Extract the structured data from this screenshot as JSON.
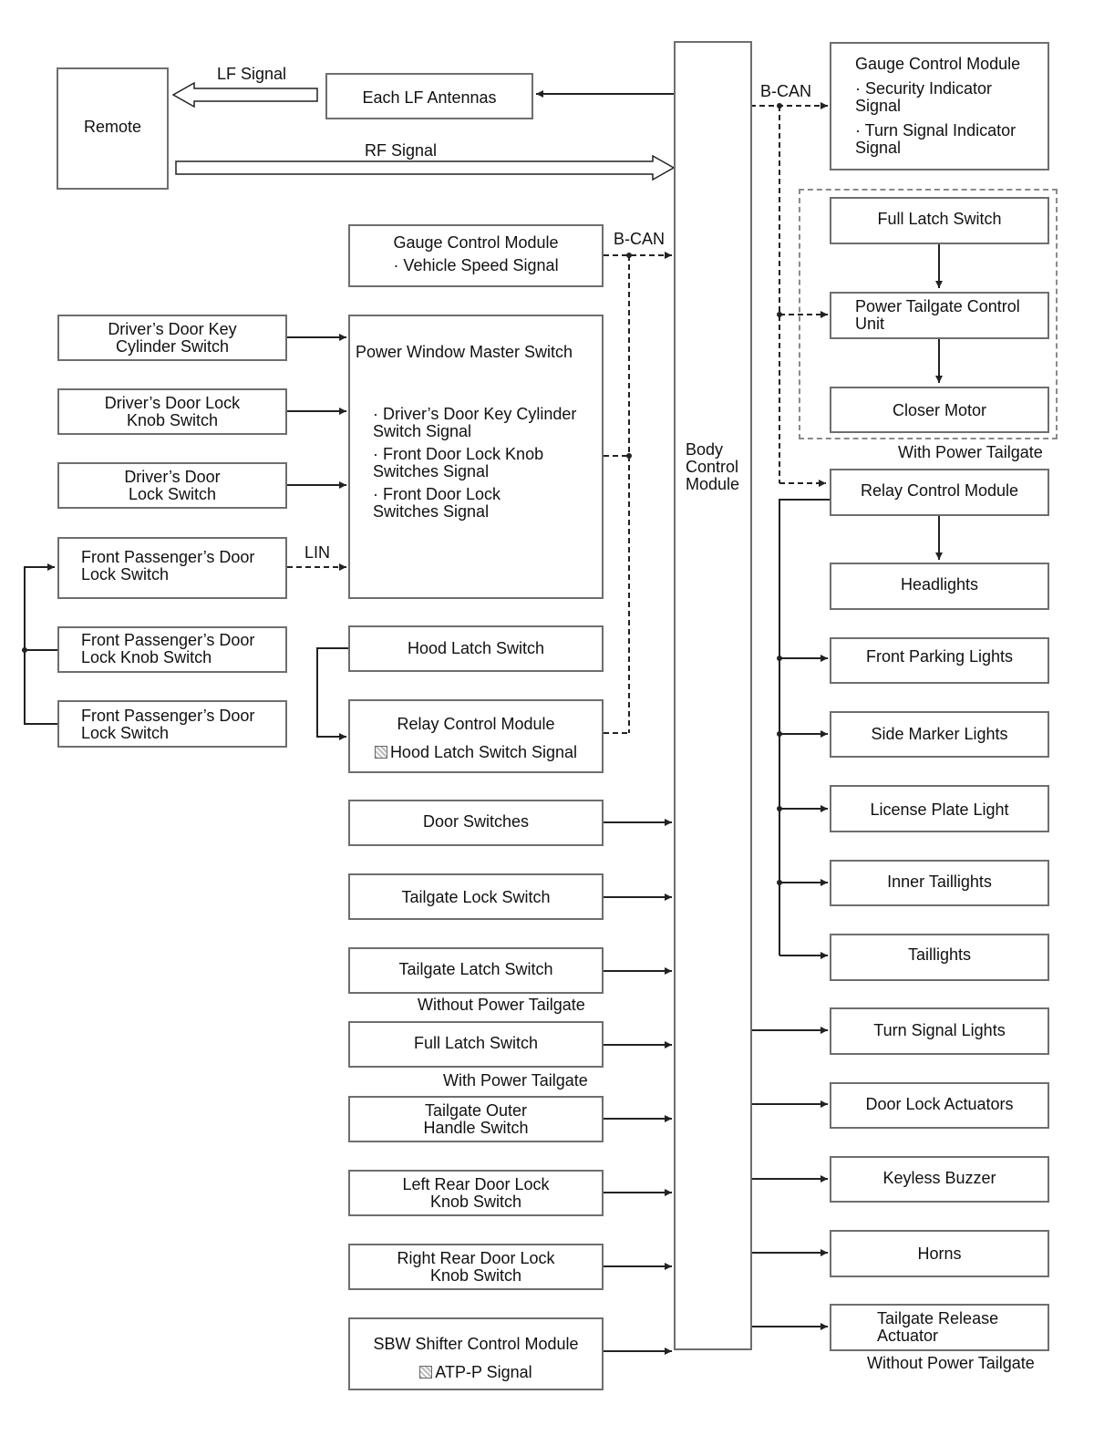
{
  "remote": "Remote",
  "lf_signal": "LF Signal",
  "rf_signal": "RF Signal",
  "lf_antennas": "Each LF Antennas",
  "bcan": "B-CAN",
  "lin": "LIN",
  "bcm": "Body\nControl\nModule",
  "gauge_top": {
    "title": "Gauge Control Module",
    "items": [
      "· Security Indicator\nSignal",
      "· Turn Signal Indicator\nSignal"
    ]
  },
  "gauge_left": {
    "title": "Gauge Control Module",
    "item": "· Vehicle Speed Signal"
  },
  "pwms": {
    "title": "Power Window Master Switch",
    "items": [
      "· Driver’s Door Key Cylinder\nSwitch Signal",
      "· Front Door Lock Knob\nSwitches Signal",
      "· Front Door Lock\nSwitches Signal"
    ]
  },
  "left_switches": [
    "Driver’s Door Key\nCylinder Switch",
    "Driver’s Door Lock\nKnob Switch",
    "Driver’s Door\nLock Switch",
    "Front Passenger’s Door\nLock Switch",
    "Front Passenger’s Door\nLock Knob Switch",
    "Front Passenger’s Door\nLock Switch"
  ],
  "hood_latch": "Hood Latch Switch",
  "relay_left": {
    "title": "Relay Control Module",
    "item": "Hood Latch Switch Signal"
  },
  "inputs": [
    "Door Switches",
    "Tailgate Lock Switch",
    "Tailgate Latch Switch",
    "Full Latch Switch",
    "Tailgate Outer\nHandle Switch",
    "Left Rear Door Lock\nKnob Switch",
    "Right Rear Door Lock\nKnob Switch"
  ],
  "without_power_tailgate": "Without Power Tailgate",
  "with_power_tailgate": "With Power Tailgate",
  "sbw": {
    "title": "SBW Shifter Control Module",
    "item": "ATP-P Signal"
  },
  "tailgate_group": {
    "full_latch": "Full Latch Switch",
    "ptcu": "Power Tailgate Control\nUnit",
    "closer": "Closer Motor",
    "label": "With Power Tailgate"
  },
  "relay_right": "Relay Control Module",
  "lights": [
    "Headlights",
    "Front Parking Lights",
    "Side Marker Lights",
    "License Plate Light",
    "Inner Taillights",
    "Taillights"
  ],
  "outputs": [
    "Turn Signal Lights",
    "Door Lock Actuators",
    "Keyless Buzzer",
    "Horns",
    "Tailgate Release\nActuator"
  ],
  "tailgate_release_note": "Without Power Tailgate"
}
